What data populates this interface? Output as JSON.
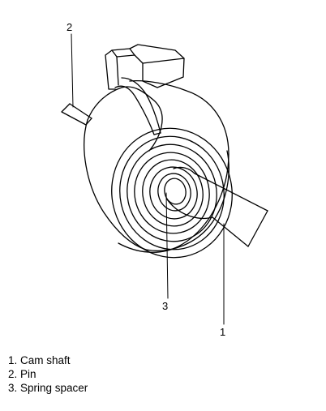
{
  "callouts": [
    {
      "number": "1",
      "part": "cam-shaft"
    },
    {
      "number": "2",
      "part": "pin"
    },
    {
      "number": "3",
      "part": "spring-spacer"
    }
  ],
  "legend": [
    {
      "text": "1. Cam shaft"
    },
    {
      "text": "2. Pin"
    },
    {
      "text": "3. Spring spacer"
    }
  ],
  "colors": {
    "line": "#000000",
    "background": "#ffffff"
  }
}
